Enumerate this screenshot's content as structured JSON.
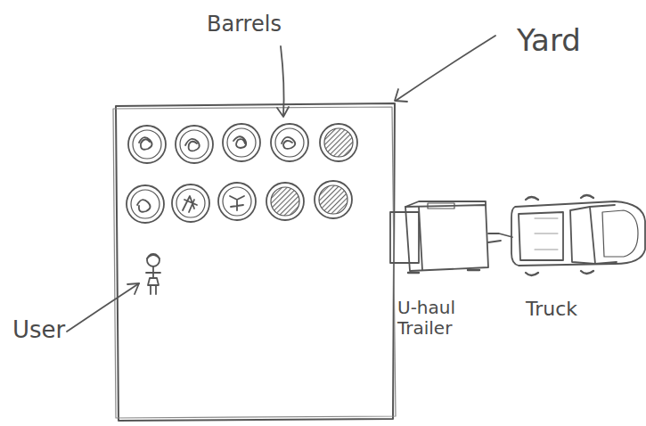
{
  "diagram": {
    "labels": [
      "Barrels",
      "Yard",
      "User",
      "U-haul Trailer",
      "Truck"
    ]
  }
}
